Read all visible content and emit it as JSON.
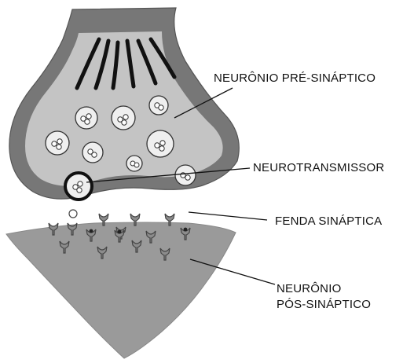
{
  "labels": {
    "presynaptic": "NEURÔNIO PRÉ-SINÁPTICO",
    "neurotransmitter": "NEUROTRANSMISSOR",
    "synaptic_cleft": "FENDA SINÁPTICA",
    "postsynaptic_line1": "NEURÔNIO",
    "postsynaptic_line2": "PÓS-SINÁPTICO"
  },
  "colors": {
    "membrane": "#777777",
    "cytoplasm": "#c4c4c4",
    "postsynaptic_body": "#9a9a9a",
    "vesicle_fill": "#efefef",
    "filament": "#111111",
    "receptor": "#8c8c8c",
    "leader_line": "#111111"
  }
}
